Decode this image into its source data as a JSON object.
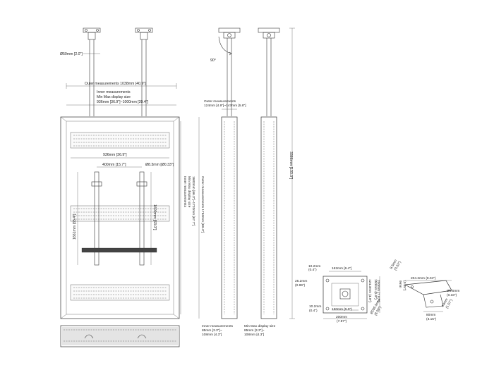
{
  "labels": {
    "pole_diameter": "Ø50mm [2.0\"]",
    "outer_width": "Outer measurements 1038mm [40.9\"]",
    "inner_title": "Inner measurements",
    "inner_minmax": "Min Max display size",
    "inner_range": "936mm [36.9\"]~1000mm [39.4\"]",
    "width_936": "936mm [36.9\"]",
    "width_400": "400mm [15.7\"]",
    "hole_83": "Ø8.3mm [Ø0.33\"]",
    "height_1661": "1661mm [65.4\"]",
    "height_1600": "1600mm [63.0\"]",
    "vert_inner_title": "Inner measurements",
    "vert_minmax": "Min Max display size",
    "vert_range": "1683mm [66.3\"]~1720mm [67.7\"]",
    "vert_outer": "Outer measurements 1763mm [69.4\"]",
    "angle_90": "90°",
    "side_outer_title": "Outer measurements",
    "side_outer_value": "124mm [4.9\"]~147mm [5.8\"]",
    "total_height": "3386mm [133.3\"]",
    "side_inner_title": "Inner measurements",
    "side_inner_v1": "85mm [3.3\"]~",
    "side_inner_v2": "108mm [4.3\"]",
    "side_min_title": "Min Max display size",
    "side_min_v1": "85mm [3.3\"]~",
    "side_min_v2": "108mm [4.3\"]",
    "plate_102a": "10.2mm",
    "plate_102a_in": "(0.4\")",
    "plate_162": "162mm [6.4\"]",
    "plate_252": "25.2mm",
    "plate_252_in": "(0.99\")",
    "plate_1243": "124.3mm (4.9\")",
    "plate_150v": "150mm (5.9\")",
    "plate_102b": "10.2mm",
    "plate_102b_in": "(0.4\")",
    "plate_150h": "150mm (5.9\")",
    "plate_200": "200mm",
    "plate_200_in": "(7.87\")",
    "plate_diam": "Ø205.5mm",
    "plate_diam_in": "(8.09\")",
    "plate_200r": "200mm (7.87\")",
    "br_85": "8.5mm",
    "br_85_in": "(0.33\")",
    "br_2042": "204.2mm (8.04\")",
    "br_9": "9mm",
    "br_9_in": "(0.35\")",
    "br_hole": "Ø8.5mm",
    "br_hole_in": "(0.33\")",
    "br_80": "80mm",
    "br_80_in": "(3.15\")",
    "br_40": "40mm",
    "br_40_in": "(1.57\")"
  }
}
